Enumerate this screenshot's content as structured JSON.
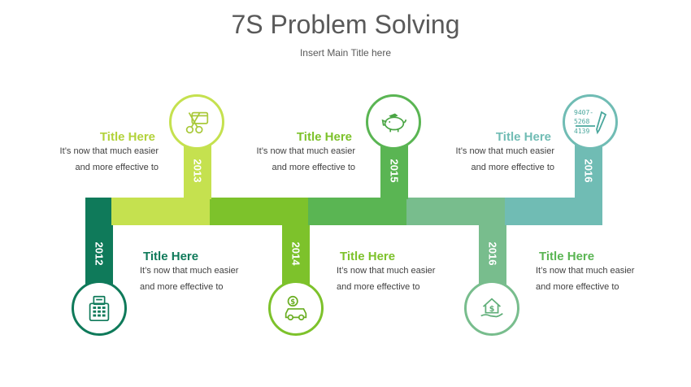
{
  "header": {
    "title": "7S Problem Solving",
    "subtitle": "Insert Main Title here"
  },
  "colors": {
    "c2012": "#0f7a5a",
    "c2013": "#c5e14f",
    "c2014": "#7dc22b",
    "c2015": "#5ab553",
    "c2016a": "#78bd8d",
    "c2016b": "#70bcb4"
  },
  "milestones": [
    {
      "year": "2012",
      "title": "Title Here",
      "line1": "It’s now that much easier",
      "line2": "and more effective to",
      "icon": "calculator-icon"
    },
    {
      "year": "2013",
      "title": "Title Here",
      "line1": "It’s now that much easier",
      "line2": "and more effective to",
      "icon": "cut-card-icon"
    },
    {
      "year": "2014",
      "title": "Title Here",
      "line1": "It’s now that much easier",
      "line2": "and more effective to",
      "icon": "car-loan-icon"
    },
    {
      "year": "2015",
      "title": "Title Here",
      "line1": "It’s now that much easier",
      "line2": "and more effective to",
      "icon": "piggy-bank-icon"
    },
    {
      "year": "2016",
      "title": "Title Here",
      "line1": "It’s now that much easier",
      "line2": "and more effective to",
      "icon": "house-dollar-icon"
    },
    {
      "year": "2016",
      "title": "Title Here",
      "line1": "It’s now that much easier",
      "line2": "and more effective to",
      "icon": "handwritten-numbers-icon",
      "digits": [
        "9407-",
        "5268",
        "4139"
      ]
    }
  ]
}
